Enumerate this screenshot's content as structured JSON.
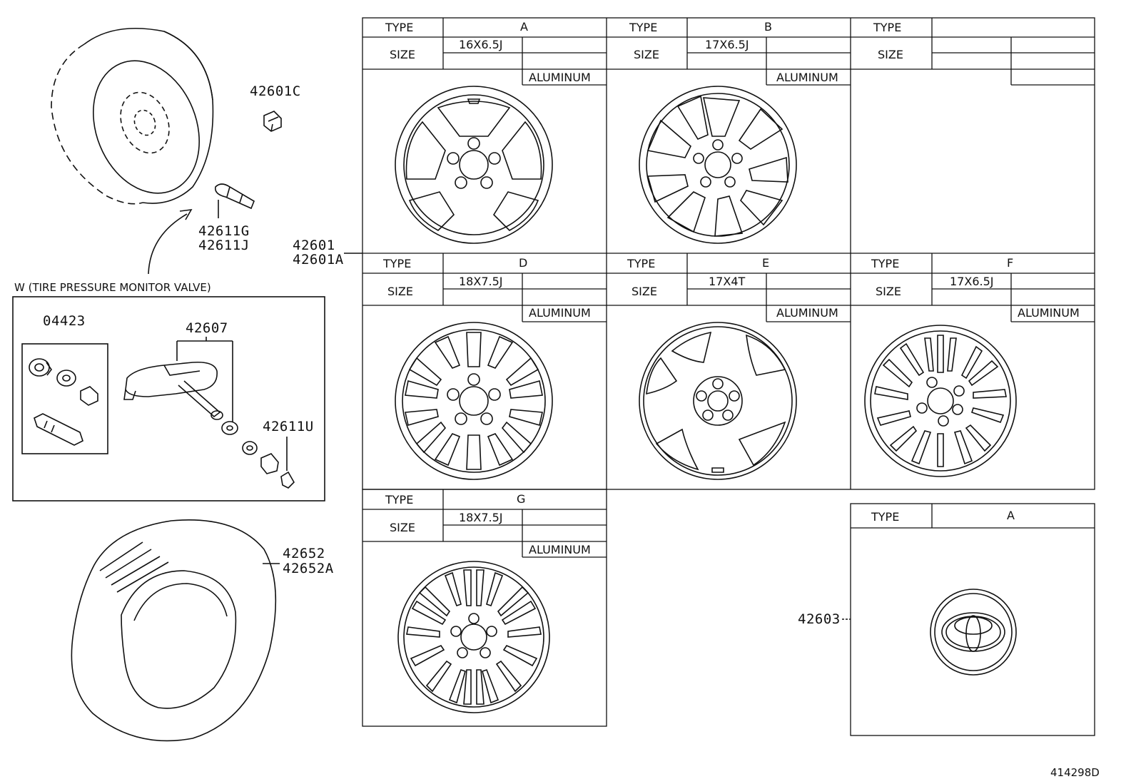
{
  "diagram_id": "414298D",
  "parts": {
    "p42601C": "42601C",
    "p42611G": "42611G",
    "p42611J": "42611J",
    "p42601": "42601",
    "p42601A": "42601A",
    "p04423": "04423",
    "p42607": "42607",
    "p42611U": "42611U",
    "p42652": "42652",
    "p42652A": "42652A",
    "p42603": "42603"
  },
  "tpms_label": "W (TIRE PRESSURE MONITOR VALVE)",
  "header_labels": {
    "type": "TYPE",
    "size": "SIZE"
  },
  "wheels": [
    {
      "id": "A",
      "type": "A",
      "size": "16X6.5J",
      "material": "ALUMINUM"
    },
    {
      "id": "B",
      "type": "B",
      "size": "17X6.5J",
      "material": "ALUMINUM"
    },
    {
      "id": "C",
      "type": "",
      "size": "",
      "material": ""
    },
    {
      "id": "D",
      "type": "D",
      "size": "18X7.5J",
      "material": "ALUMINUM"
    },
    {
      "id": "E",
      "type": "E",
      "size": "17X4T",
      "material": "ALUMINUM"
    },
    {
      "id": "F",
      "type": "F",
      "size": "17X6.5J",
      "material": "ALUMINUM"
    },
    {
      "id": "G",
      "type": "G",
      "size": "18X7.5J",
      "material": "ALUMINUM"
    }
  ],
  "cap": {
    "type": "A"
  }
}
